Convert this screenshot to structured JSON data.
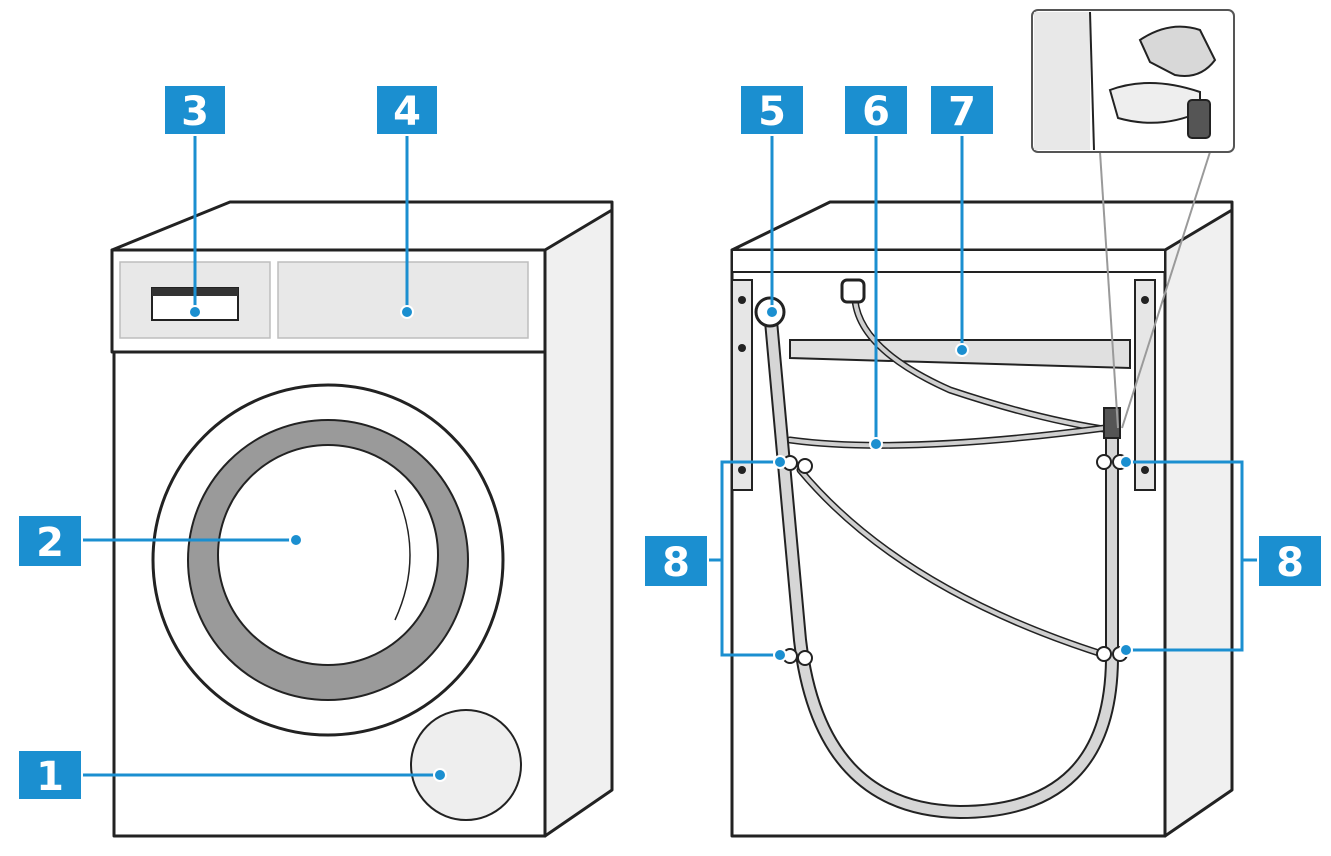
{
  "callouts": {
    "c1": "1",
    "c2": "2",
    "c3": "3",
    "c4": "4",
    "c5": "5",
    "c6": "6",
    "c7": "7",
    "c8_left": "8",
    "c8_right": "8"
  },
  "colors": {
    "callout_blue": "#1b8fd0",
    "outline": "#222222",
    "panel_grey": "#e8e8e8"
  }
}
